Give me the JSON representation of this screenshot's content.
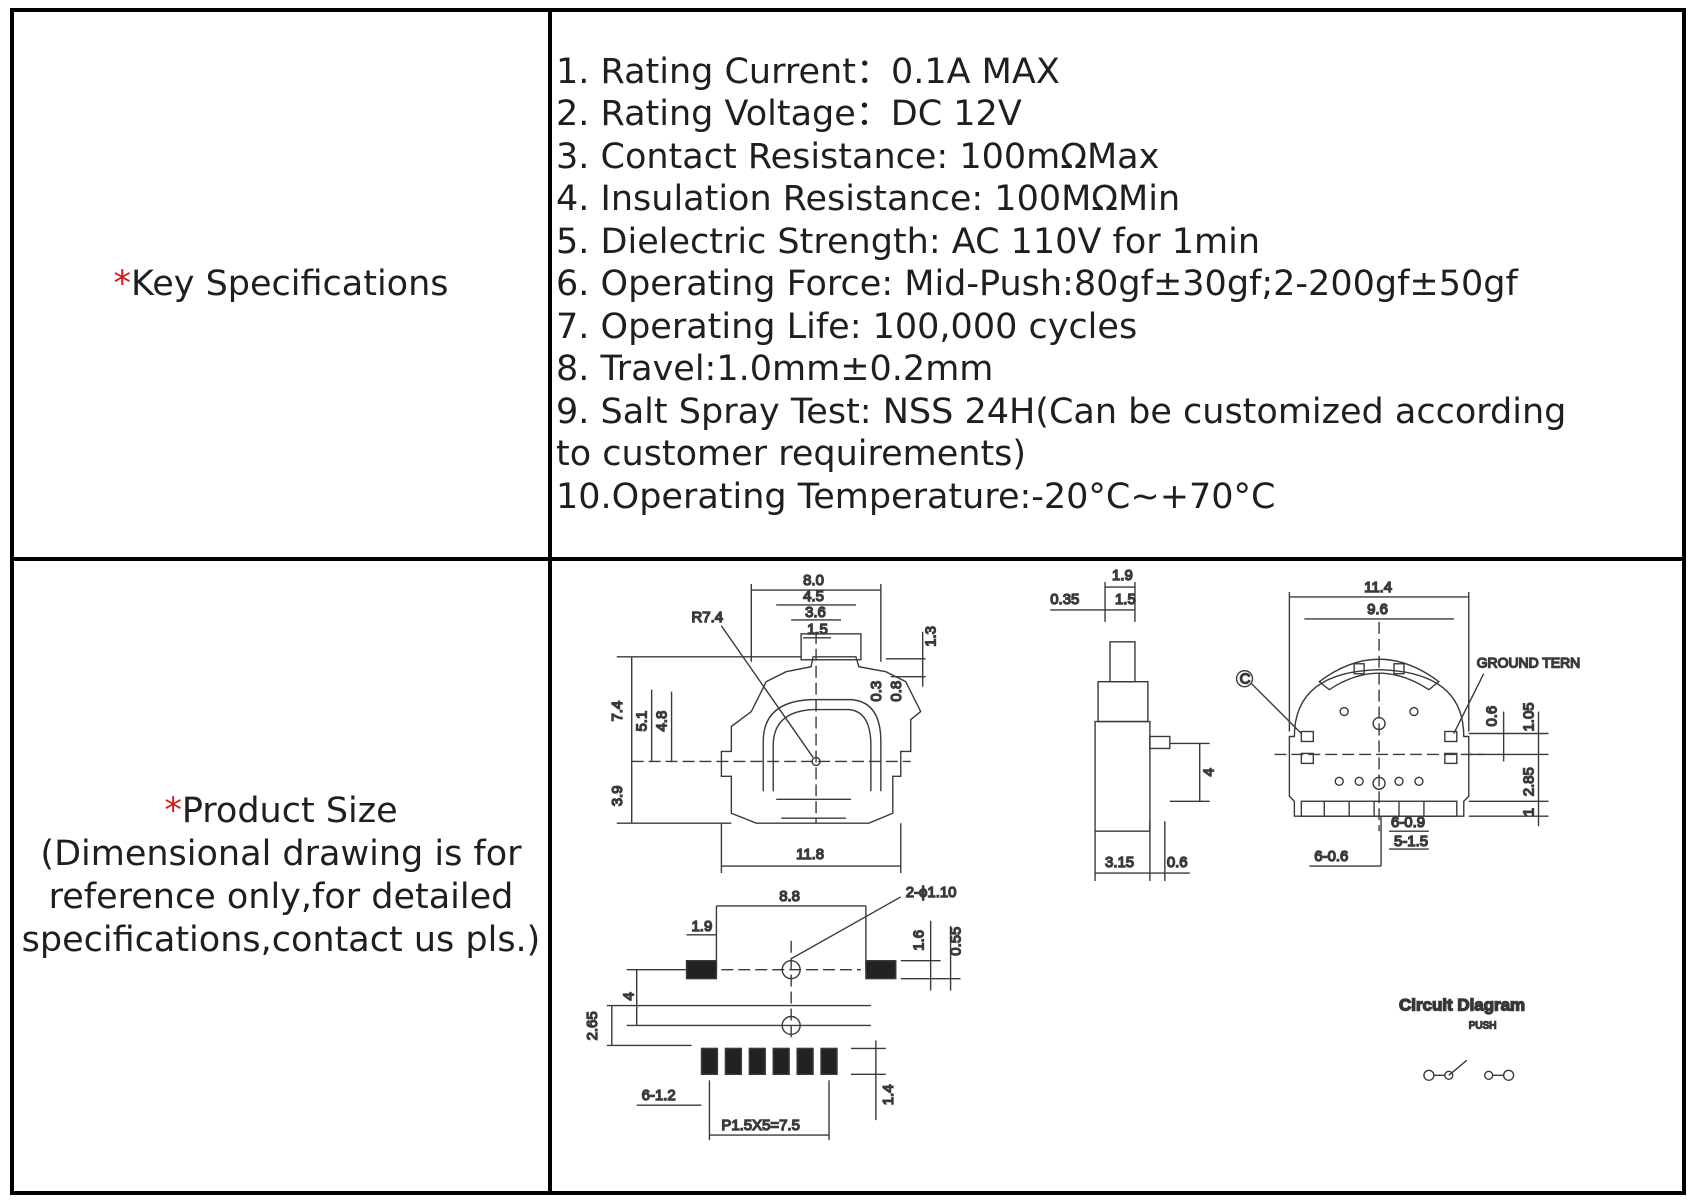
{
  "key_specs": {
    "label": "Key Specifications",
    "marker": "*",
    "items": [
      "1. Rating Current：0.1A MAX",
      "2. Rating Voltage：DC 12V",
      "3. Contact Resistance: 100mΩMax",
      "4. Insulation Resistance: 100MΩMin",
      "5. Dielectric Strength: AC 110V for 1min",
      "6. Operating Force: Mid-Push:80gf±30gf;2-200gf±50gf",
      "7. Operating Life: 100,000 cycles",
      "8. Travel:1.0mm±0.2mm",
      "9. Salt Spray Test: NSS 24H(Can be customized according to customer requirements)",
      "10.Operating Temperature:-20°C~+70°C"
    ]
  },
  "product_size": {
    "label": "Product Size",
    "marker": "*",
    "note_line1": "(Dimensional drawing is for",
    "note_line2": "reference only,for detailed",
    "note_line3": "specifications,contact us pls.)"
  },
  "drawing": {
    "front": {
      "d_8_0": "8.0",
      "d_4_5": "4.5",
      "d_3_6": "3.6",
      "d_1_5": "1.5",
      "r_7_4": "R7.4",
      "d_1_3": "1.3",
      "d_0_3": "0.3",
      "d_0_8": "0.8",
      "d_7_4": "7.4",
      "d_5_1": "5.1",
      "d_4_8": "4.8",
      "d_3_9": "3.9",
      "d_11_8": "11.8"
    },
    "footprint": {
      "d_8_8": "8.8",
      "hole": "2-ϕ1.10",
      "d_1_9": "1.9",
      "d_1_6": "1.6",
      "d_0_55": "0.55",
      "d_4": "4",
      "d_2_65": "2.65",
      "d_6_1_2": "6-1.2",
      "d_1_4": "1.4",
      "pitch": "P1.5X5=7.5"
    },
    "side": {
      "d_1_9": "1.9",
      "d_0_35": "0.35",
      "d_1_5": "1.5",
      "d_4": "4",
      "d_3_15": "3.15",
      "d_0_6": "0.6"
    },
    "bottom": {
      "d_11_4": "11.4",
      "d_9_6": "9.6",
      "c_mark": "C",
      "ground": "GROUND TERN",
      "d_0_6": "0.6",
      "d_1_05": "1.05",
      "d_2_85": "2.85",
      "d_1": "1",
      "d_6_0_9": "6-0.9",
      "d_5_1_5": "5-1.5",
      "d_6_0_6": "6-0.6"
    },
    "circuit": {
      "title": "Circuit Diagram",
      "push": "PUSH"
    }
  }
}
